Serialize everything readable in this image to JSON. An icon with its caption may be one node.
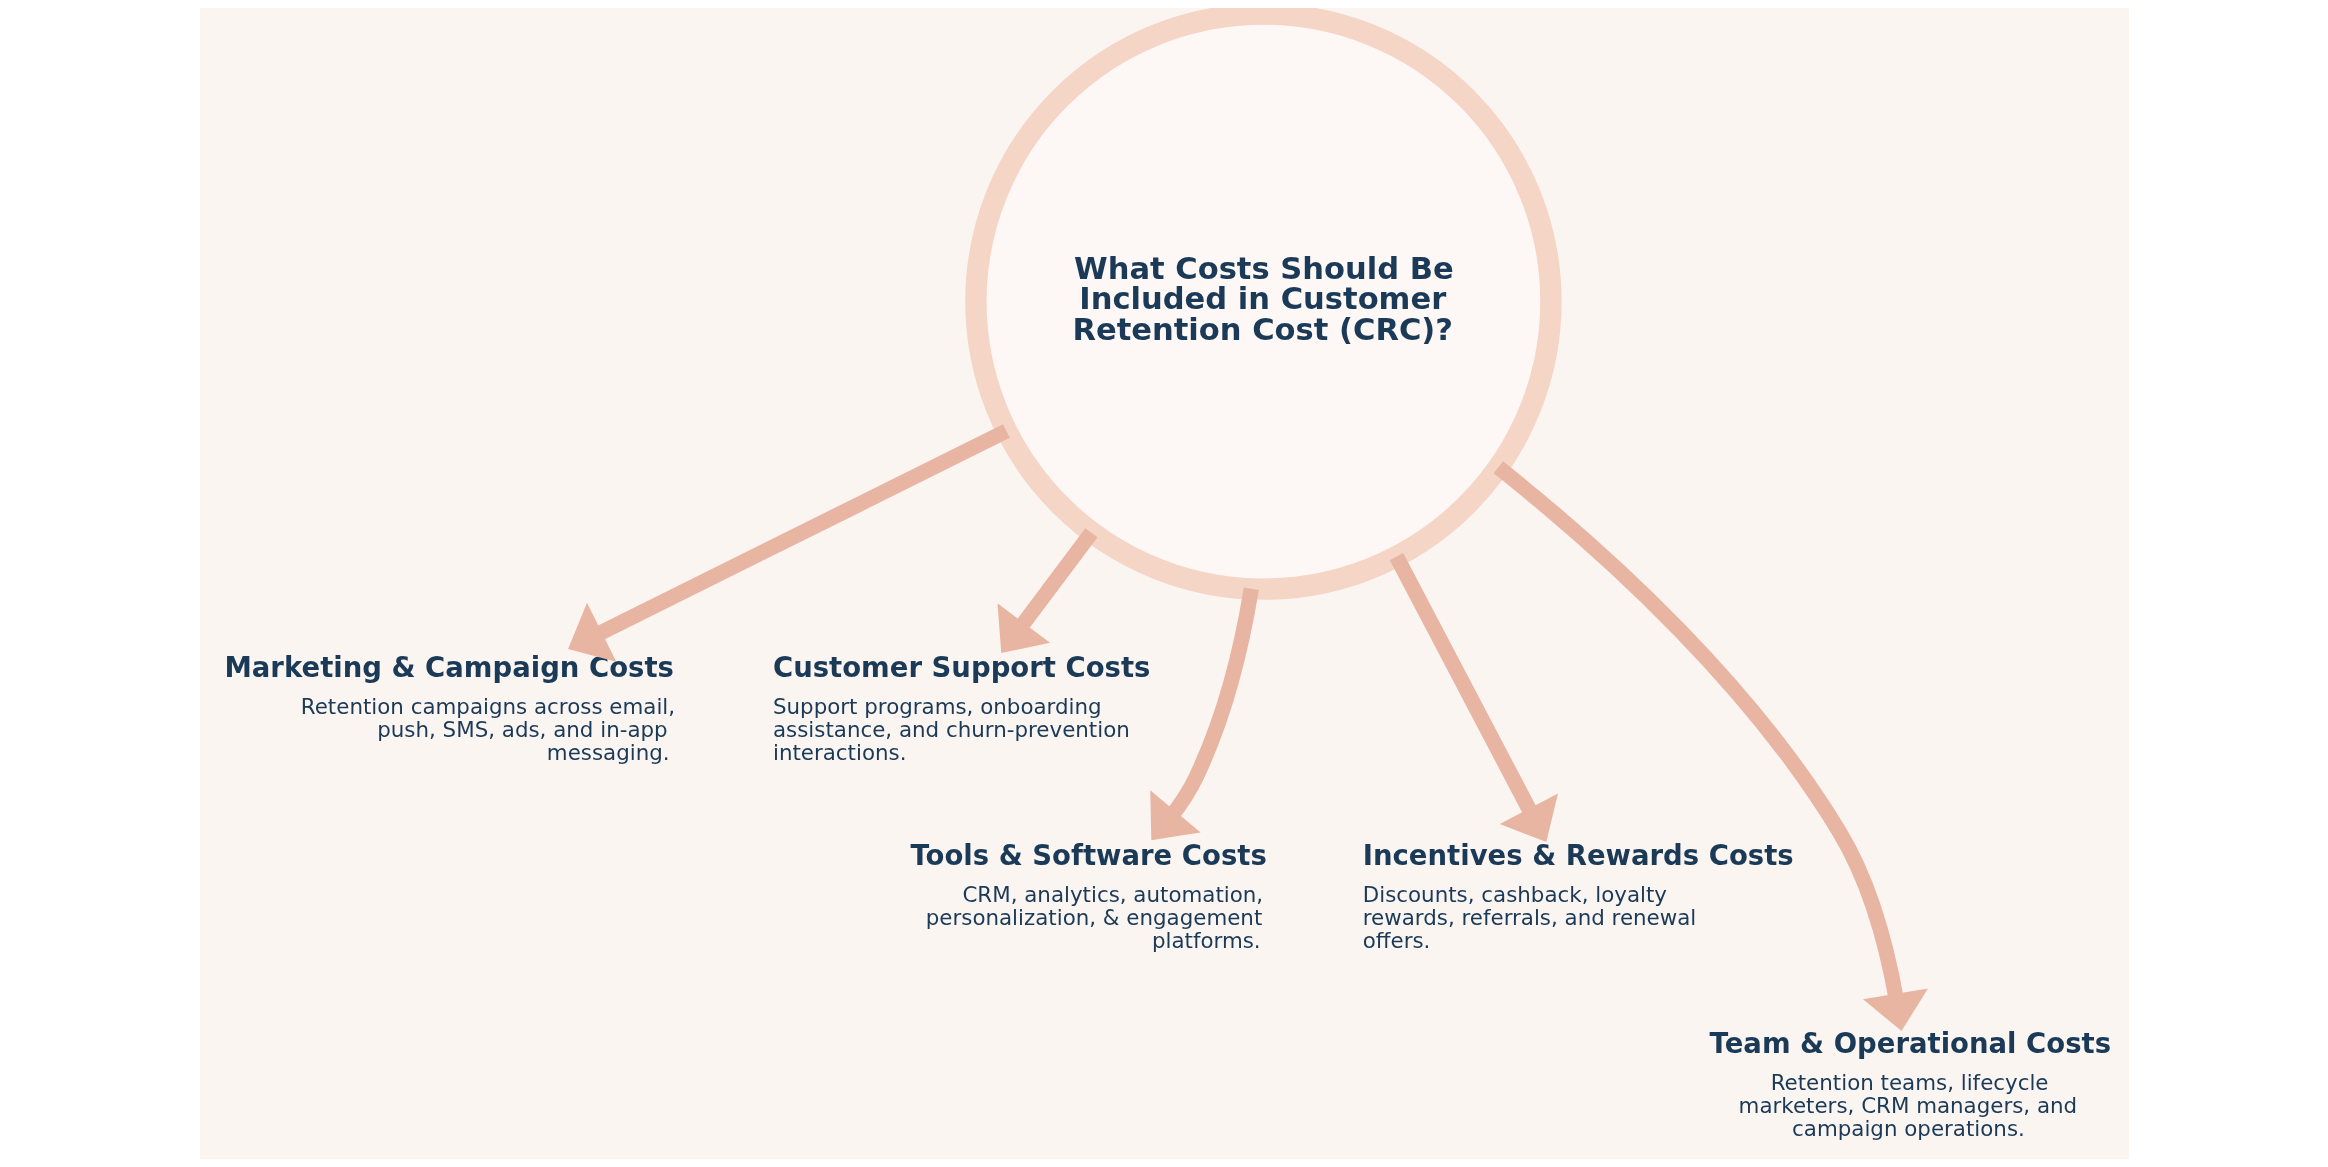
{
  "diagram": {
    "nodes": [
      {
        "text": [
          "What Costs Should Be Included in Customer Retention Cost (CRC)?"
        ]
      },
      {
        "text": [
          "Marketing & Campaign Costs",
          "Retention campaigns across email, push, SMS, ads, and in-app messaging."
        ]
      },
      {
        "text": [
          "Customer Support Costs",
          "Support programs, onboarding assistance, and churn-prevention interactions."
        ]
      },
      {
        "text": [
          "Tools & Software Costs",
          "CRM, analytics, automation, personalization, & engagement platforms."
        ]
      },
      {
        "text": [
          "Incentives & Rewards Costs",
          "Discounts, cashback, loyalty rewards, referrals, and renewal offers."
        ]
      },
      {
        "text": [
          "Team & Operational Costs",
          "Retention teams, lifecycle marketers, CRM managers, and campaign operations."
        ]
      }
    ],
    "edges": [
      {
        "from": 0,
        "to": 1,
        "arrow": "to"
      },
      {
        "from": 0,
        "to": 2,
        "arrow": "to"
      },
      {
        "from": 0,
        "to": 3,
        "arrow": "to"
      },
      {
        "from": 0,
        "to": 4,
        "arrow": "to"
      },
      {
        "from": 0,
        "to": 5,
        "arrow": "to"
      }
    ]
  }
}
